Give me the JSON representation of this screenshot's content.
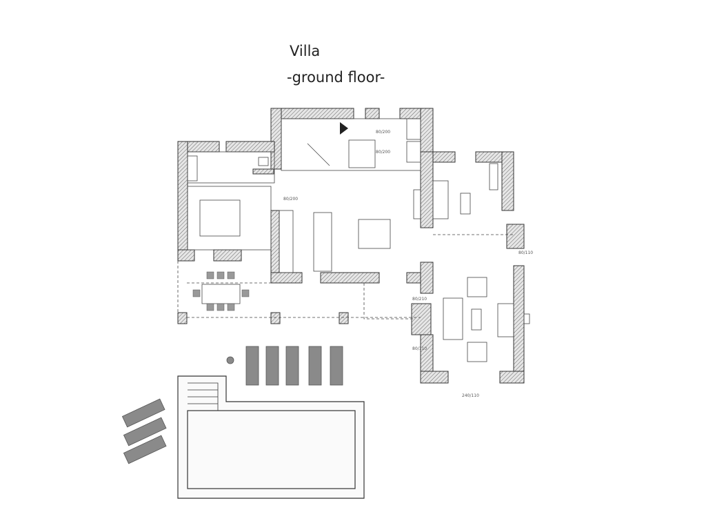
{
  "title": "Villa",
  "subtitle": "-ground floor-",
  "dimensions": {
    "d1": "80/200",
    "d2": "80/200",
    "d3": "80/200",
    "d4": "80/210",
    "d5": "80/110",
    "d6": "80/110",
    "d7": "240/110"
  },
  "colors": {
    "wall_hatch": "#555555",
    "line": "#333333",
    "lounger": "#8a8a8a"
  }
}
